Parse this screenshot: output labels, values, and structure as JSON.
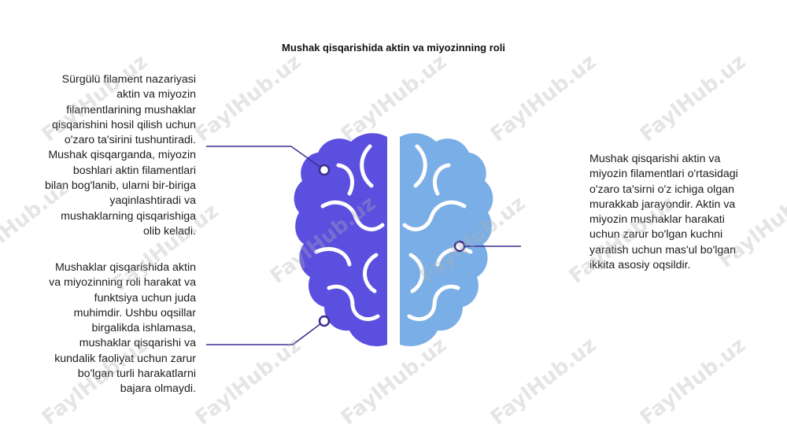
{
  "title": "Mushak qisqarishida aktin va miyozinning roli",
  "blocks": {
    "left_top": "Sürgülü filament nazariyasi\naktin va miyozin\nfilamentlarining mushaklar\nqisqarishini hosil qilish uchun\no'zaro ta'sirini tushuntiradi.\nMushak qisqarganda, miyozin\nboshlari aktin filamentlari\nbilan bog'lanib, ularni bir-biriga\nyaqinlashtiradi va\nmushaklarning qisqarishiga\nolib keladi.",
    "left_bottom": "Mushaklar qisqarishida aktin\nva miyozinning roli harakat va\nfunktsiya uchun juda\nmuhimdir. Ushbu oqsillar\nbirgalikda ishlamasa,\nmushaklar qisqarishi va\nkundalik faoliyat uchun zarur\nbo'lgan turli harakatlarni\nbajara olmaydi.",
    "right": "Mushak qisqarishi aktin va\nmiyozin filamentlari o'rtasidagi\no'zaro ta'sirni o'z ichiga olgan\nmurakkab jarayondir. Aktin va\nmiyozin mushaklar harakati\nuchun zarur bo'lgan kuchni\nyaratish uchun mas'ul bo'lgan\nikkita asosiy oqsildir."
  },
  "watermark": "FaylHub.uz",
  "colors": {
    "left_hemisphere": "#5b4fe0",
    "right_hemisphere": "#7aaee6",
    "connector": "#3d2f8f"
  }
}
